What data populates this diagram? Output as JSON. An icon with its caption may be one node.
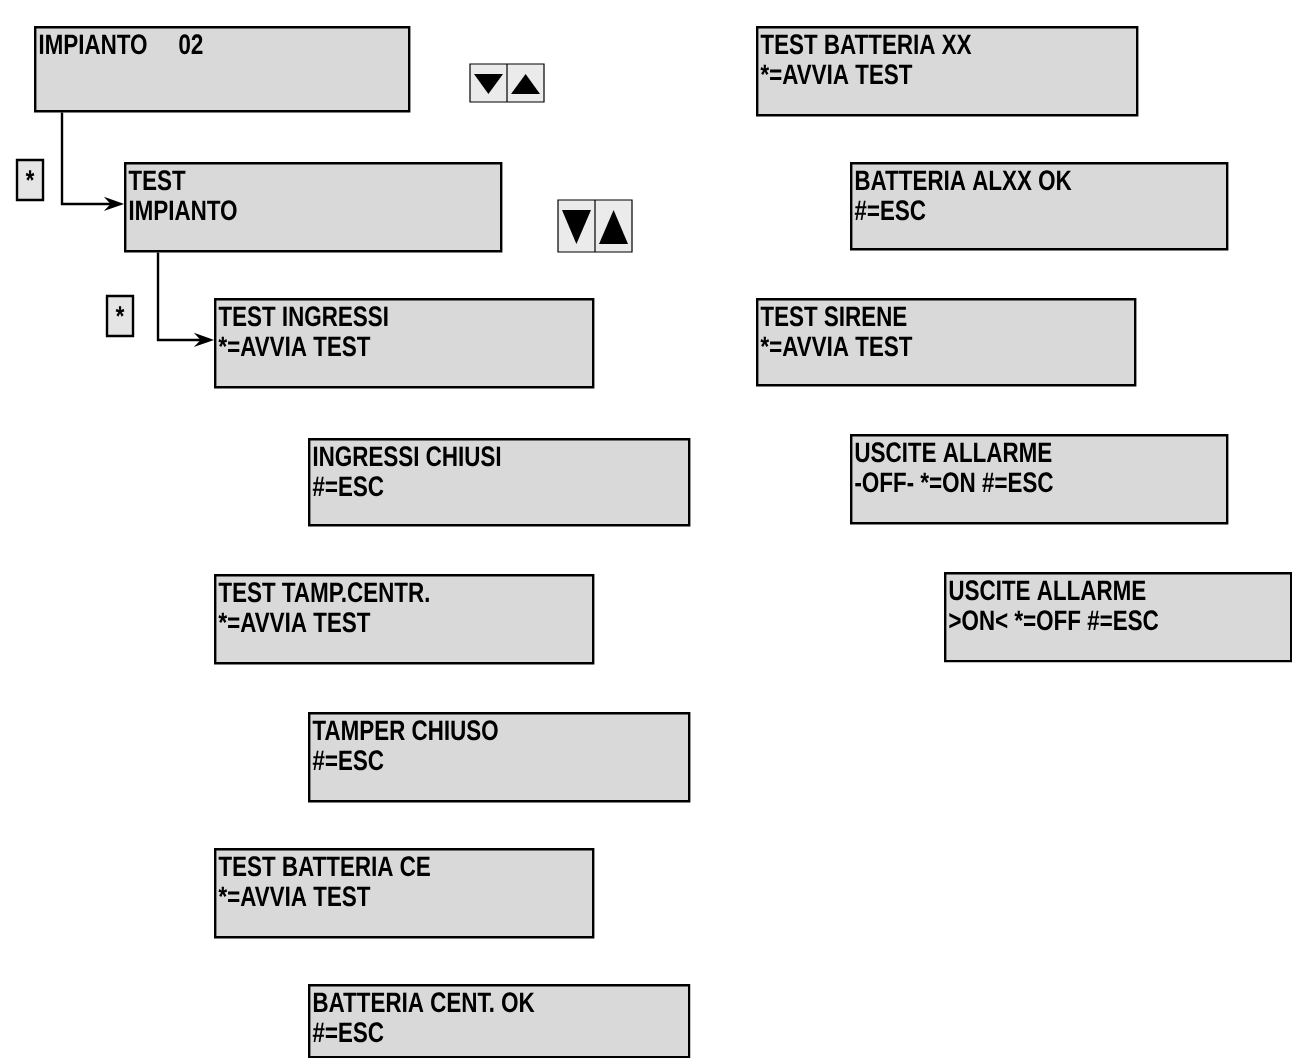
{
  "diagram": {
    "nodes": [
      {
        "text": [
          "IMPIANTO",
          "02"
        ]
      },
      {
        "text": [
          "TEST",
          "IMPIANTO"
        ]
      },
      {
        "text": [
          "TEST INGRESSI",
          "*=AVVIA TEST"
        ]
      },
      {
        "text": [
          "INGRESSI CHIUSI",
          "#=ESC"
        ]
      },
      {
        "text": [
          "TEST TAMP.CENTR.",
          "*=AVVIA TEST"
        ]
      },
      {
        "text": [
          "TAMPER CHIUSO",
          "#=ESC"
        ]
      },
      {
        "text": [
          "TEST BATTERIA CE",
          "*=AVVIA TEST"
        ]
      },
      {
        "text": [
          "BATTERIA CENT. OK",
          "#=ESC"
        ]
      },
      {
        "text": [
          "TEST BATTERIA XX",
          "*=AVVIA TEST"
        ]
      },
      {
        "text": [
          "BATTERIA ALXX OK",
          "#=ESC"
        ]
      },
      {
        "text": [
          "TEST SIRENE",
          "*=AVVIA TEST"
        ]
      },
      {
        "text": [
          "USCITE ALLARME",
          "-OFF- *=ON #=ESC"
        ]
      },
      {
        "text": [
          "USCITE ALLARME",
          ">ON< *=OFF #=ESC"
        ]
      }
    ],
    "edges": [
      {
        "from": 0,
        "to": 1,
        "arrow": "to",
        "label": "*"
      },
      {
        "from": 1,
        "to": 2,
        "arrow": "to",
        "label": "*"
      }
    ]
  }
}
